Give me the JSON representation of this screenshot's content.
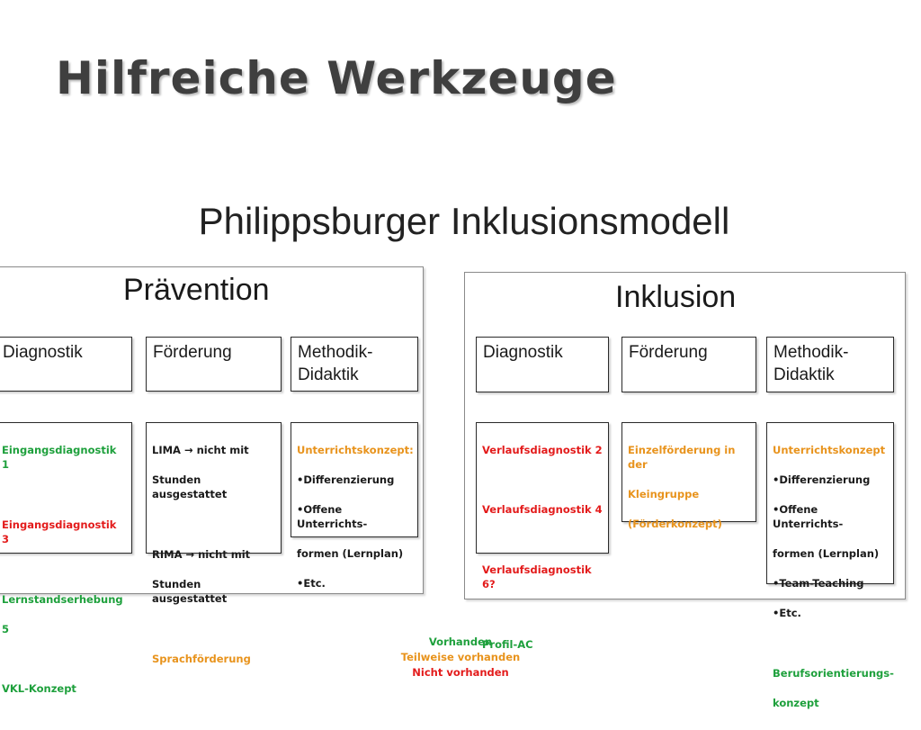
{
  "slide": {
    "title": "Hilfreiche Werkzeuge",
    "subtitle": "Philippsburger Inklusionsmodell"
  },
  "colors": {
    "green": "#1ea03c",
    "orange": "#e8931c",
    "red": "#e31b1b",
    "black": "#1a1a1a"
  },
  "praevention": {
    "title": "Prävention",
    "diagnostik_header": "Diagnostik",
    "foerderung_header": "Förderung",
    "methodik_header_1": "Methodik-",
    "methodik_header_2": "Didaktik",
    "diagnostik_lines": [
      {
        "text": "Eingangsdiagnostik 1",
        "color": "green"
      },
      {
        "text": "Eingangsdiagnostik 3",
        "color": "red"
      },
      {
        "text": "Lernstandserhebung",
        "color": "green"
      },
      {
        "text": "5",
        "color": "green"
      },
      {
        "text": "VKL-Konzept",
        "color": "green"
      }
    ],
    "foerderung_lines": [
      {
        "text": "LIMA → nicht mit",
        "color": "black"
      },
      {
        "text": "Stunden ausgestattet",
        "color": "black"
      },
      {
        "text": "RIMA → nicht mit",
        "color": "black"
      },
      {
        "text": "Stunden ausgestattet",
        "color": "black"
      },
      {
        "text": "Sprachförderung",
        "color": "orange"
      }
    ],
    "methodik_lines": [
      {
        "text": "Unterrichtskonzept:",
        "color": "orange"
      },
      {
        "text": "•Differenzierung",
        "color": "black"
      },
      {
        "text": "•Offene Unterrichts-",
        "color": "black"
      },
      {
        "text": "formen (Lernplan)",
        "color": "black"
      },
      {
        "text": "•Etc.",
        "color": "black"
      }
    ]
  },
  "inklusion": {
    "title": "Inklusion",
    "diagnostik_header": "Diagnostik",
    "foerderung_header": "Förderung",
    "methodik_header_1": "Methodik-",
    "methodik_header_2": "Didaktik",
    "diagnostik_lines": [
      {
        "text": "Verlaufsdiagnostik 2",
        "color": "red"
      },
      {
        "text": "Verlaufsdiagnostik 4",
        "color": "red"
      },
      {
        "text": "Verlaufsdiagnostik 6?",
        "color": "red"
      },
      {
        "text": "Profil-AC",
        "color": "green"
      }
    ],
    "foerderung_lines": [
      {
        "text": "Einzelförderung in der",
        "color": "orange"
      },
      {
        "text": "Kleingruppe",
        "color": "orange"
      },
      {
        "text": "(Förderkonzept)",
        "color": "orange"
      }
    ],
    "methodik_lines": [
      {
        "text": "Unterrichtskonzept",
        "color": "orange"
      },
      {
        "text": "•Differenzierung",
        "color": "black"
      },
      {
        "text": "•Offene Unterrichts-",
        "color": "black"
      },
      {
        "text": "formen (Lernplan)",
        "color": "black"
      },
      {
        "text": "•Team-Teaching",
        "color": "black"
      },
      {
        "text": "•Etc.",
        "color": "black"
      },
      {
        "text": "Berufsorientierungs-",
        "color": "green"
      },
      {
        "text": "konzept",
        "color": "green"
      }
    ]
  },
  "legend": {
    "vorhanden": "Vorhanden",
    "teilweise": "Teilweise vorhanden",
    "nicht": "Nicht vorhanden"
  }
}
